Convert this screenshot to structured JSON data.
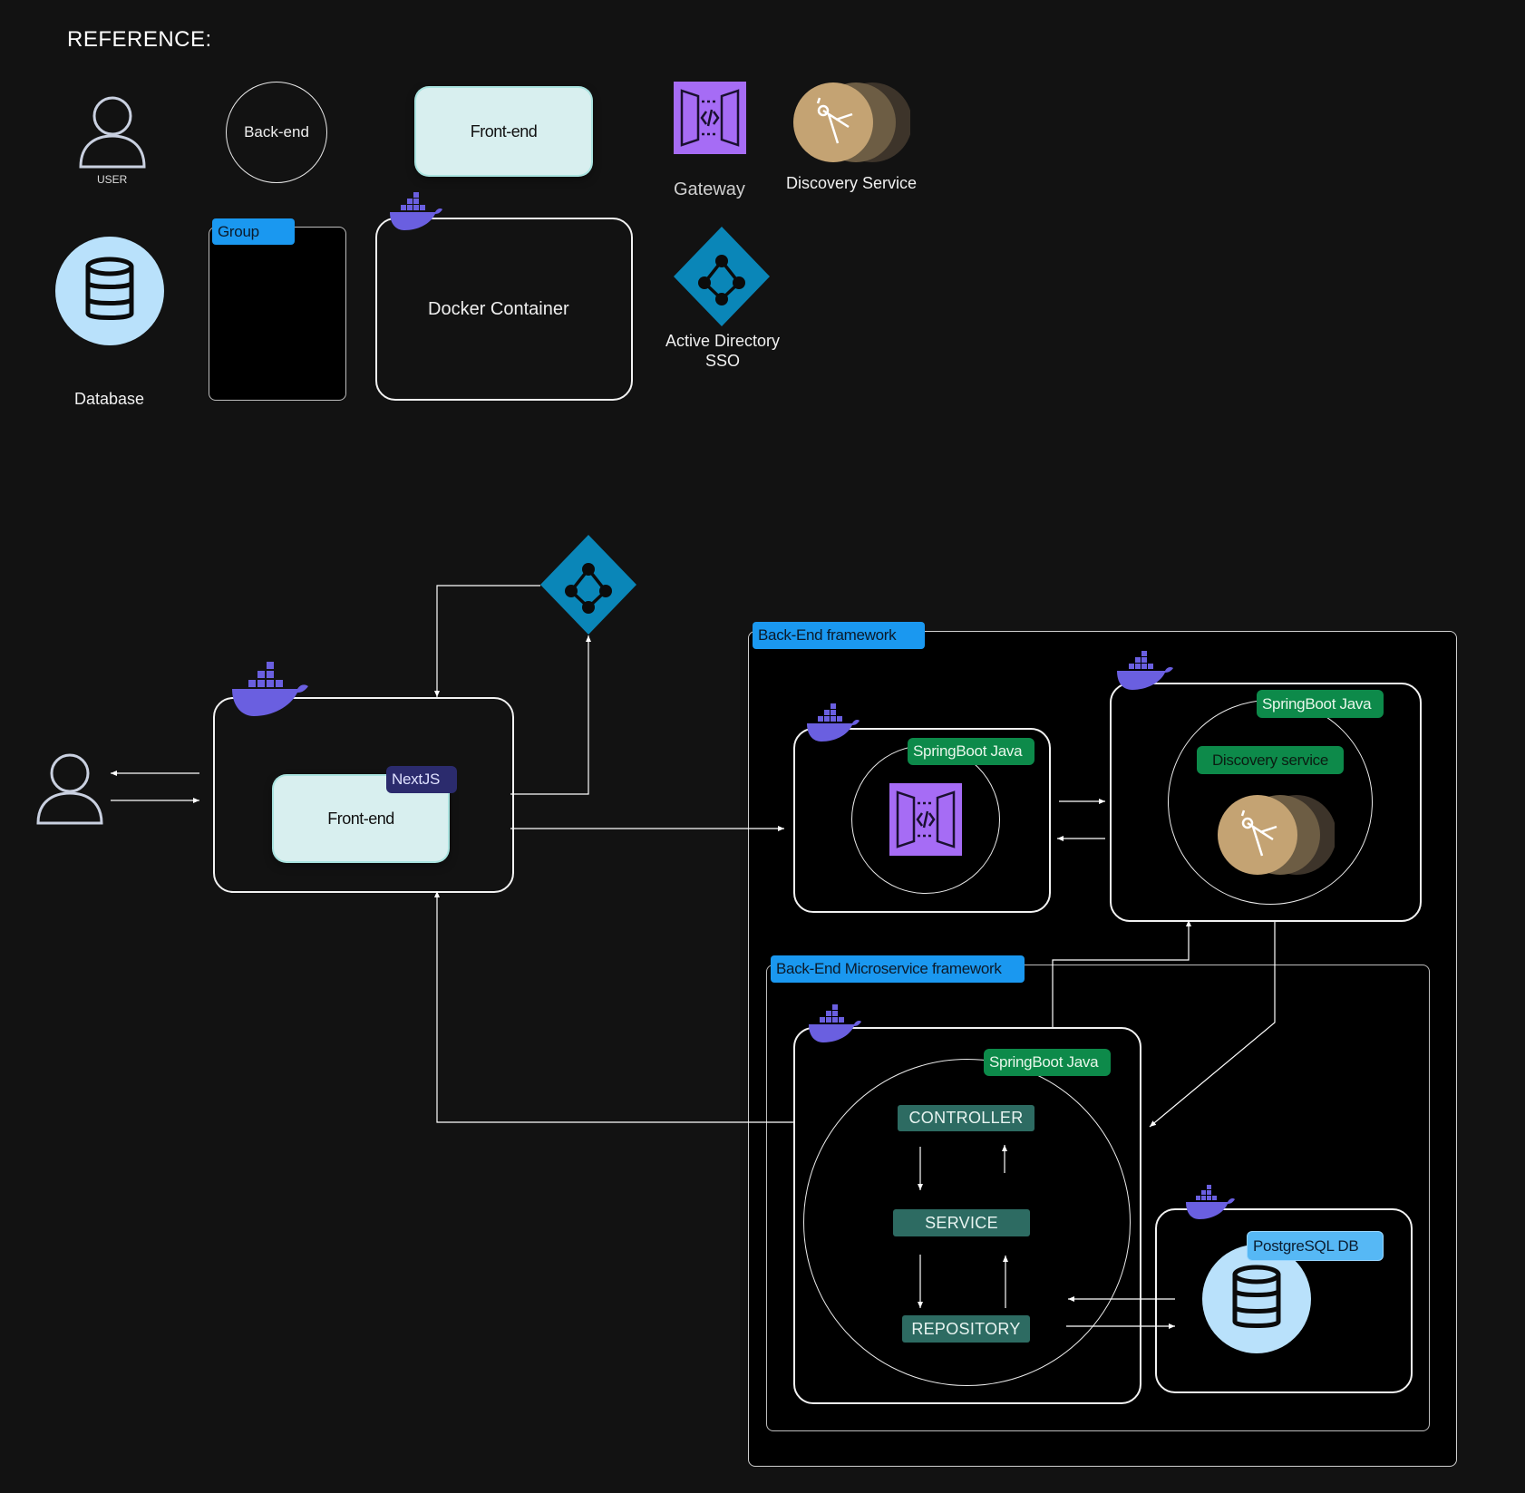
{
  "reference": {
    "title": "REFERENCE:",
    "user_label": "USER",
    "backend_label": "Back-end",
    "frontend_label": "Front-end",
    "gateway_label": "Gateway",
    "discovery_label": "Discovery Service",
    "database_label": "Database",
    "group_label": "Group",
    "docker_container_label": "Docker Container",
    "active_directory_label_line1": "Active Directory",
    "active_directory_label_line2": "SSO"
  },
  "architecture": {
    "frontend_label": "Front-end",
    "frontend_tag": "NextJS",
    "backend_framework_tag": "Back-End framework",
    "gateway_tag": "SpringBoot Java",
    "discovery_tag": "SpringBoot Java",
    "discovery_service_label": "Discovery service",
    "microservice_framework_tag": "Back-End Microservice framework",
    "microservice_tag": "SpringBoot Java",
    "layers": [
      "CONTROLLER",
      "SERVICE",
      "REPOSITORY"
    ],
    "db_tag": "PostgreSQL DB"
  },
  "colors": {
    "background": "#121212",
    "docker": "#6a5fe0",
    "gateway": "#a66cf5",
    "active_directory": "#0a86b8",
    "database": "#b9e1fb",
    "tag_blue": "#1a98f0",
    "tag_green": "#0d8a4a",
    "layer": "#2d6b62"
  },
  "icons": [
    "user-icon",
    "docker-icon",
    "gateway-icon",
    "discovery-icon",
    "active-directory-icon",
    "database-icon"
  ]
}
